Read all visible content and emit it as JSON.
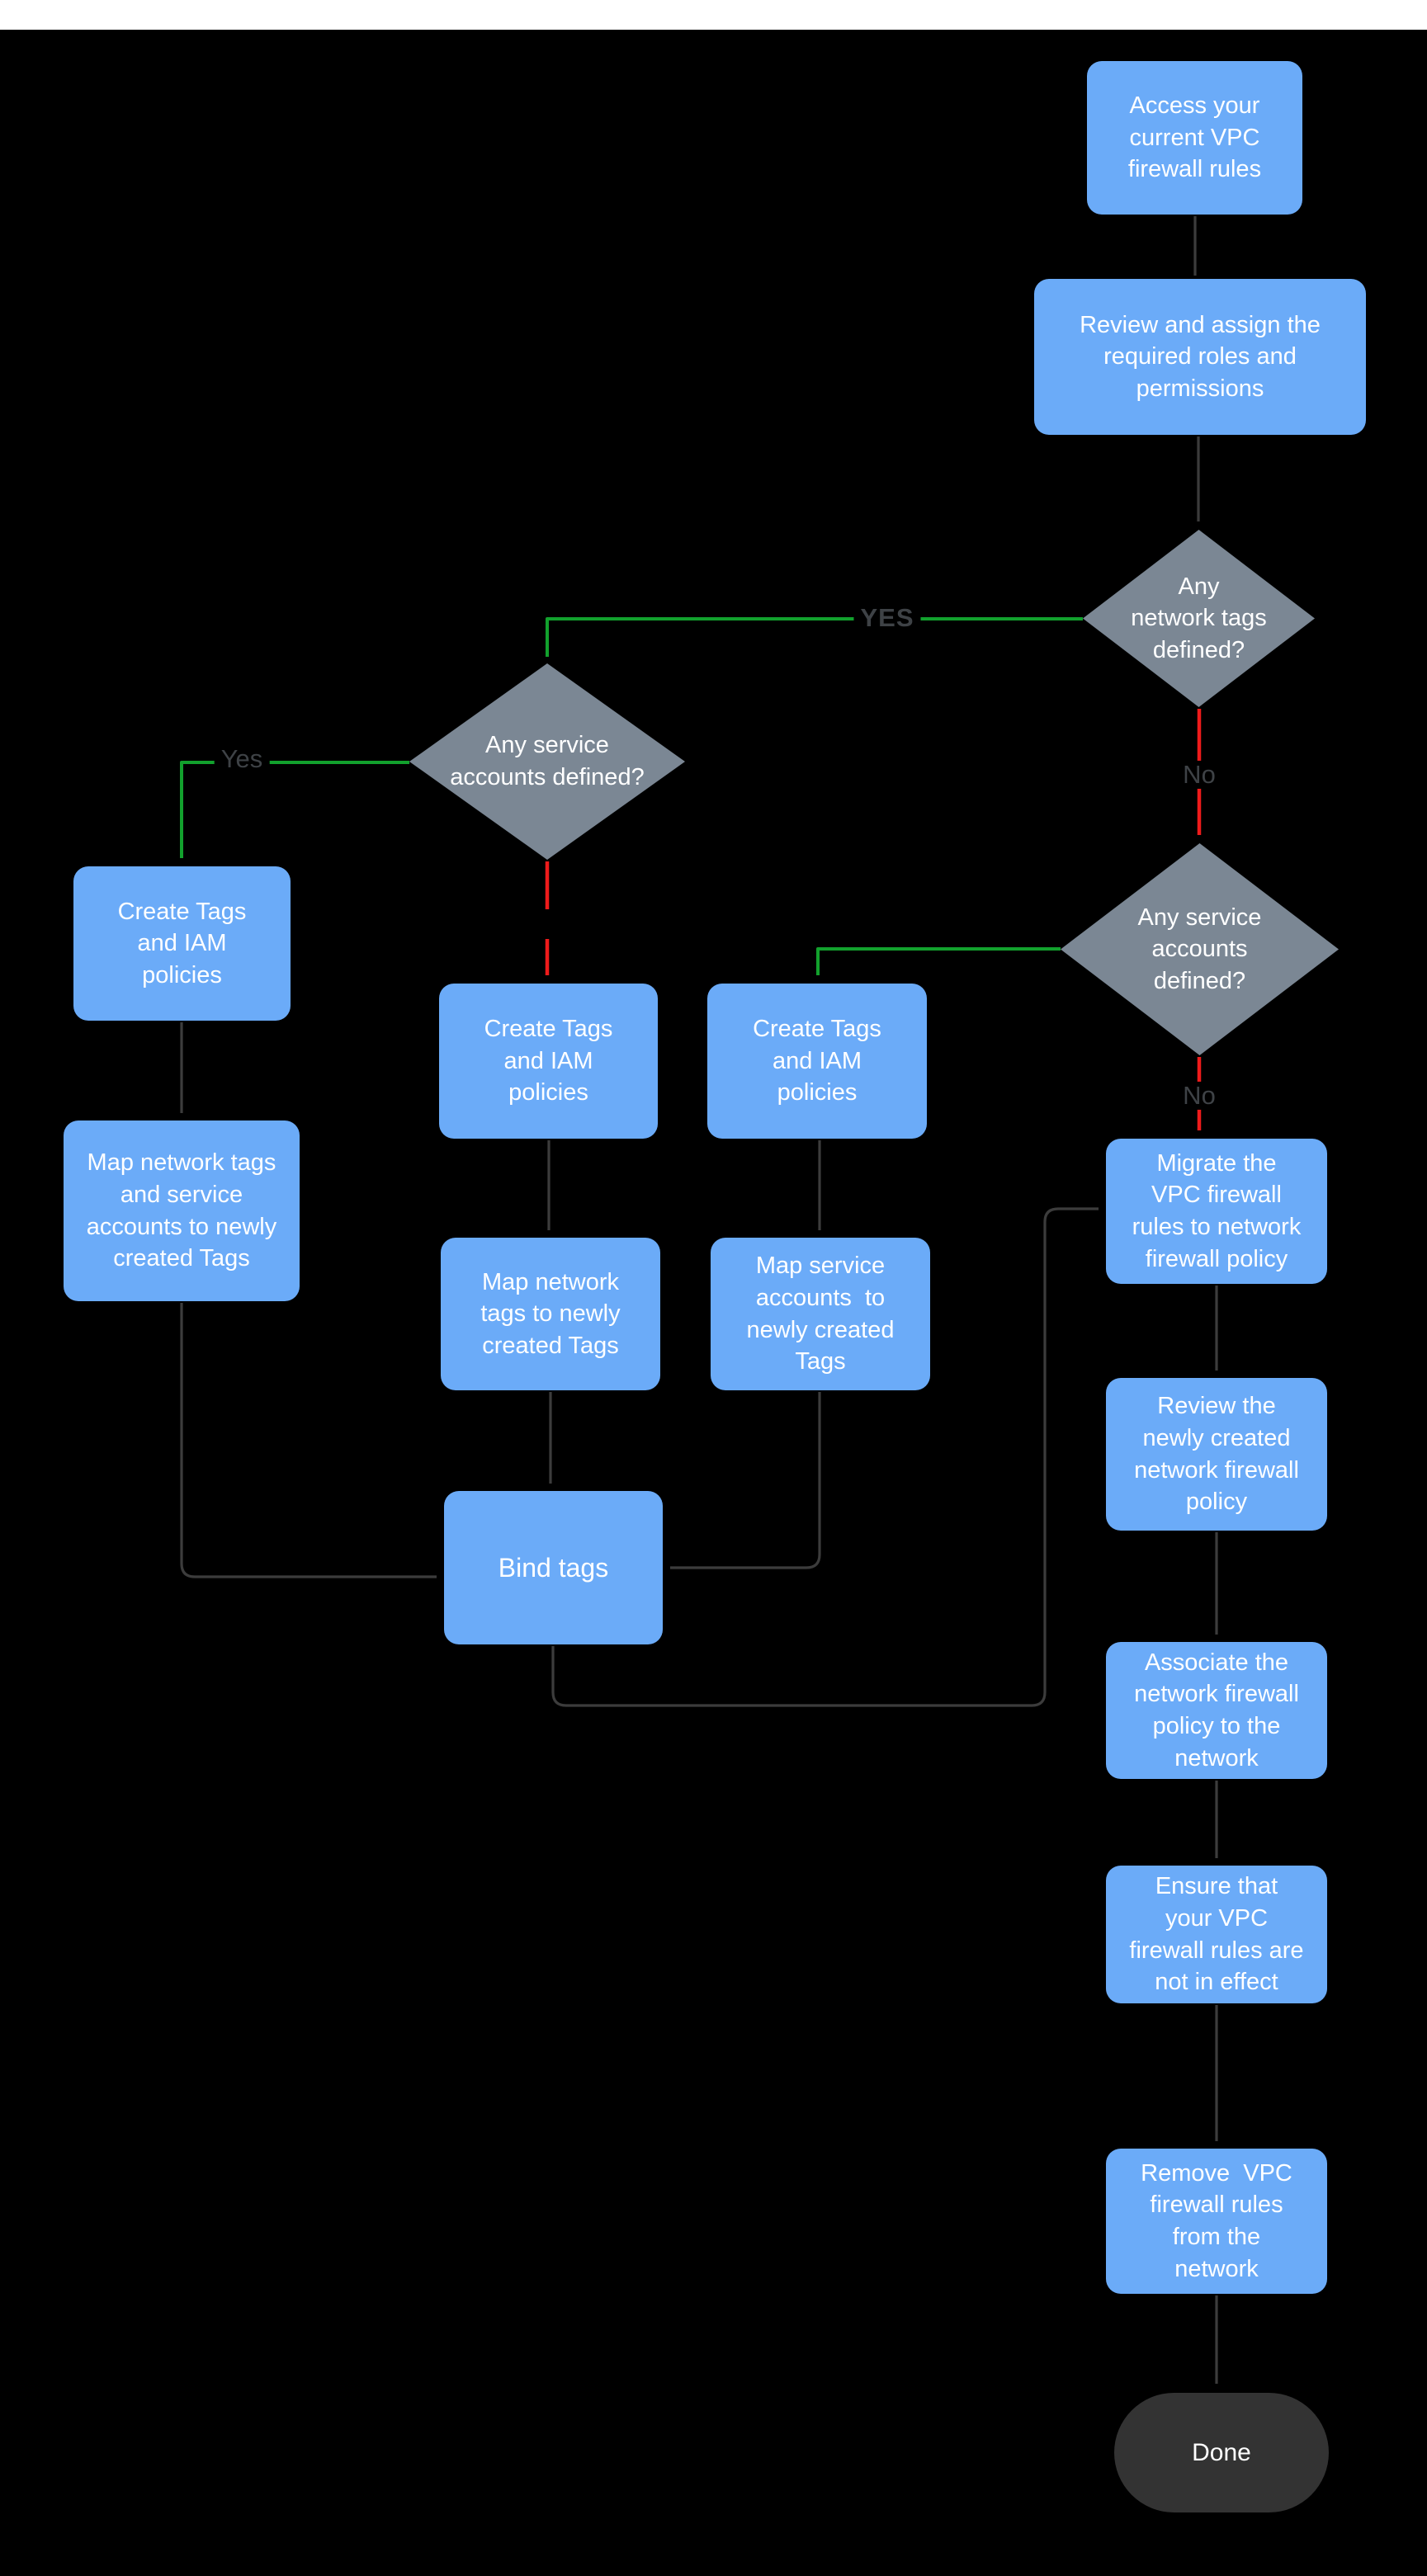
{
  "diagram": {
    "title": "VPC firewall rules migration flowchart",
    "background": "#000000",
    "top_strip_color": "#ffffff"
  },
  "colors": {
    "process_fill": "#6babf8",
    "decision_fill": "#7b8794",
    "terminal_fill": "#333333",
    "edge_default": "#3c3c3c",
    "edge_yes": "#12a12d",
    "edge_no": "#ee1b1b",
    "node_text": "#ffffff",
    "edge_label": "#3e4246",
    "page_bg": "#000000",
    "top_strip": "#ffffff"
  },
  "flowchart": {
    "nodes": [
      {
        "id": "access",
        "type": "process",
        "label": "Access your\ncurrent VPC\nfirewall rules"
      },
      {
        "id": "review-assign",
        "type": "process",
        "label": "Review and assign the\nrequired roles and\npermissions"
      },
      {
        "id": "decision-network-tags",
        "type": "decision",
        "label": "Any\nnetwork tags\ndefined?"
      },
      {
        "id": "decision-service-left",
        "type": "decision",
        "label": "Any service\naccounts defined?"
      },
      {
        "id": "decision-service-right",
        "type": "decision",
        "label": "Any service\naccounts\ndefined?"
      },
      {
        "id": "create-tags-left",
        "type": "process",
        "label": "Create Tags\nand IAM\npolicies"
      },
      {
        "id": "create-tags-center",
        "type": "process",
        "label": "Create Tags\nand IAM\npolicies"
      },
      {
        "id": "create-tags-right",
        "type": "process",
        "label": "Create Tags\nand IAM\npolicies"
      },
      {
        "id": "map-both-left",
        "type": "process",
        "label": "Map network tags\nand service\naccounts to newly\ncreated Tags"
      },
      {
        "id": "map-network-center",
        "type": "process",
        "label": "Map network\ntags to newly\ncreated Tags"
      },
      {
        "id": "map-service-right",
        "type": "process",
        "label": "Map service\naccounts  to\nnewly created\nTags"
      },
      {
        "id": "bind-tags",
        "type": "process",
        "label": "Bind tags"
      },
      {
        "id": "migrate",
        "type": "process",
        "label": "Migrate the\nVPC firewall\nrules to network\nfirewall policy"
      },
      {
        "id": "review-policy",
        "type": "process",
        "label": "Review the\nnewly created\nnetwork firewall\npolicy"
      },
      {
        "id": "associate",
        "type": "process",
        "label": "Associate the\nnetwork firewall\npolicy to the\nnetwork"
      },
      {
        "id": "ensure",
        "type": "process",
        "label": "Ensure that\nyour VPC\nfirewall rules are\nnot in effect"
      },
      {
        "id": "remove",
        "type": "process",
        "label": "Remove  VPC\nfirewall rules\nfrom the\nnetwork"
      },
      {
        "id": "done",
        "type": "terminal",
        "label": "Done"
      }
    ],
    "edge_labels": [
      {
        "id": "yes-network-tags",
        "text": "YES"
      },
      {
        "id": "yes-service-left",
        "text": "Yes"
      },
      {
        "id": "no-network-tags",
        "text": "No"
      },
      {
        "id": "no-service-right",
        "text": "No"
      }
    ]
  }
}
